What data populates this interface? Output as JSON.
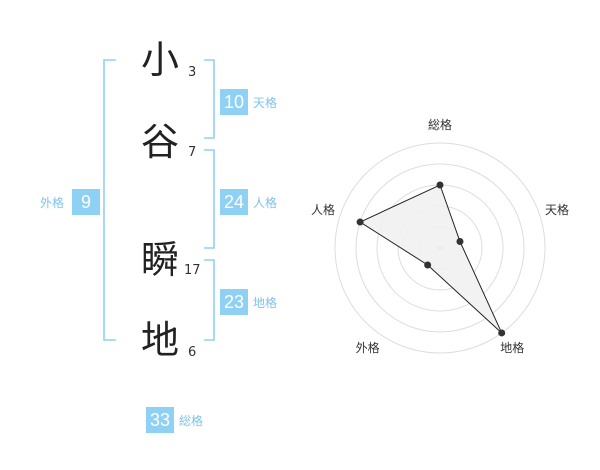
{
  "name": {
    "chars": [
      {
        "char": "小",
        "strokes": "3"
      },
      {
        "char": "谷",
        "strokes": "7"
      },
      {
        "char": "瞬",
        "strokes": "17"
      },
      {
        "char": "地",
        "strokes": "6"
      }
    ]
  },
  "fortune": {
    "tenkaku": {
      "value": "10",
      "label": "天格"
    },
    "jinkaku": {
      "value": "24",
      "label": "人格"
    },
    "chikaku": {
      "value": "23",
      "label": "地格"
    },
    "gaikaku": {
      "value": "9",
      "label": "外格"
    },
    "soukaku": {
      "value": "33",
      "label": "総格"
    }
  },
  "chart_data": {
    "type": "radar",
    "axes": [
      "総格",
      "天格",
      "地格",
      "外格",
      "人格"
    ],
    "values": [
      3,
      1,
      5,
      1,
      4
    ],
    "rmax": 5,
    "rings": 5,
    "fill_color": "#f1f1f1",
    "line_color": "#222222",
    "ring_color": "#dddddd"
  }
}
